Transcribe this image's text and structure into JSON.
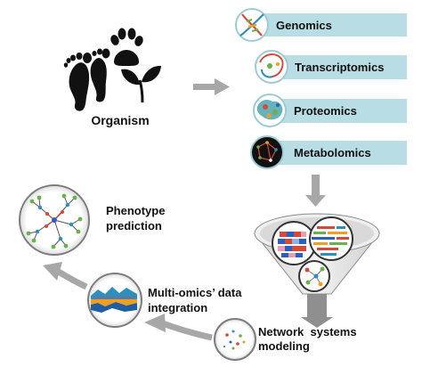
{
  "organism": {
    "label": "Organism"
  },
  "omics": [
    {
      "label": "Genomics",
      "icon": "dna-icon"
    },
    {
      "label": "Transcriptomics",
      "icon": "rna-icon"
    },
    {
      "label": "Proteomics",
      "icon": "protein-icon"
    },
    {
      "label": "Metabolomics",
      "icon": "metabolite-network-icon"
    }
  ],
  "steps": {
    "network": {
      "line1": "Network  systems",
      "line2": "modeling"
    },
    "integration": {
      "line1": "Multi-omics’ data",
      "line2": "integration"
    },
    "phenotype": {
      "line1": "Phenotype",
      "line2": "prediction"
    }
  },
  "colors": {
    "omics_bar": "#b9dde4",
    "arrow": "#a7a7a7",
    "funnel": "#e6e6e6",
    "circle_border": "#7d7d7d"
  }
}
